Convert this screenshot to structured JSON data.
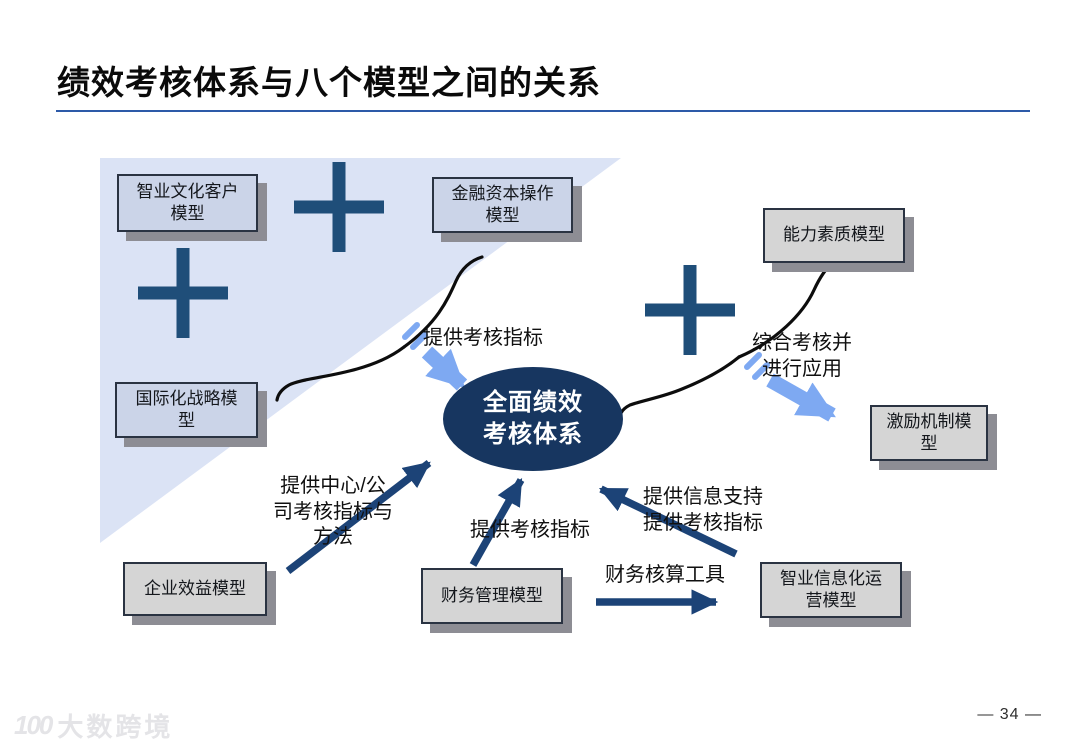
{
  "title": "绩效考核体系与八个模型之间的关系",
  "diagram": {
    "center": {
      "label": "全面绩效\n考核体系"
    },
    "nodes": [
      {
        "id": "zhiye-culture-model",
        "label": "智业文化客户\n模型"
      },
      {
        "id": "finance-capital-model",
        "label": "金融资本操作\n模型"
      },
      {
        "id": "ability-quality-model",
        "label": "能力素质模型"
      },
      {
        "id": "intl-strategy-model",
        "label": "国际化战略模\n型"
      },
      {
        "id": "incentive-model",
        "label": "激励机制模\n型"
      },
      {
        "id": "enterprise-benefit-model",
        "label": "企业效益模型"
      },
      {
        "id": "finance-mgmt-model",
        "label": "财务管理模型"
      },
      {
        "id": "zhiye-info-model",
        "label": "智业信息化运\n营模型"
      }
    ],
    "edge_labels": [
      {
        "id": "provide-kpi-top",
        "text": "提供考核指标"
      },
      {
        "id": "comprehensive-apply",
        "text": "综合考核并\n进行应用"
      },
      {
        "id": "provide-center-company",
        "text": "提供中心/公\n司考核指标与\n方法"
      },
      {
        "id": "provide-kpi-bottom",
        "text": "提供考核指标"
      },
      {
        "id": "provide-info-support",
        "text": "提供信息支持\n提供考核指标"
      },
      {
        "id": "finance-accounting-tool",
        "text": "财务核算工具"
      }
    ],
    "plus_signs": {
      "count": 3,
      "symbol": "+",
      "color": "#1f4e79"
    },
    "colors": {
      "triangle_fill": "#dbe3f5",
      "box_bluegrey_fill": "#cbd4e8",
      "box_grey_fill": "#d5d5d5",
      "box_border": "#2a3342",
      "box_shadow": "#8d8d94",
      "ellipse_fill": "#173660",
      "dark_arrow": "#1c4377",
      "light_blue_arrow": "#7ea9f2",
      "brace_stroke": "#0d0d0d",
      "title_rule": "#2d5aa8"
    }
  },
  "footer": {
    "logo_text": "100",
    "watermark": "大数跨境",
    "page_number": "— 34 —"
  }
}
